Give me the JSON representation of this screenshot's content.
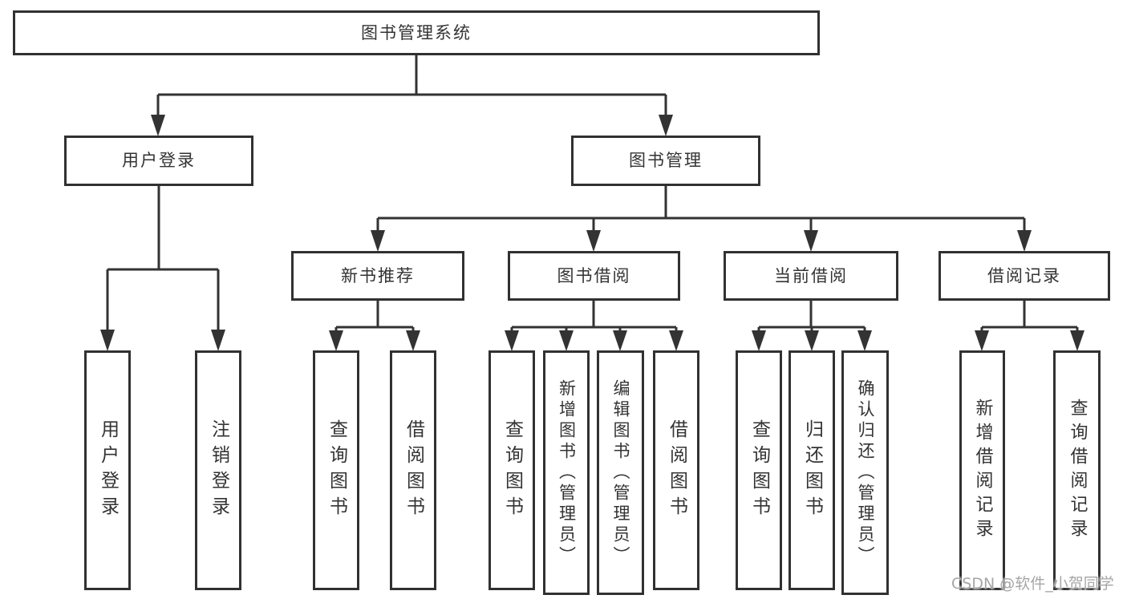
{
  "tree": {
    "root": "图书管理系统",
    "level2": {
      "user_login": "用户登录",
      "book_mgmt": "图书管理"
    },
    "level3": {
      "new_books": "新书推荐",
      "book_borrow": "图书借阅",
      "current_borrow": "当前借阅",
      "borrow_records": "借阅记录"
    },
    "leaves": {
      "user_login": [
        "用户登录",
        "注销登录"
      ],
      "new_books": [
        "查询图书",
        "借阅图书"
      ],
      "book_borrow": [
        "查询图书",
        "新增图书（管理员）",
        "编辑图书（管理员）",
        "借阅图书"
      ],
      "current_borrow": [
        "查询图书",
        "归还图书",
        "确认归还（管理员）"
      ],
      "borrow_records": [
        "新增借阅记录",
        "查询借阅记录"
      ]
    }
  },
  "watermark": {
    "text": "CSDN @软件_小贺同学"
  },
  "colors": {
    "line": "#333333",
    "box_border": "#313131",
    "text": "#333333",
    "watermark": "#a6a6a6",
    "background": "#ffffff"
  }
}
